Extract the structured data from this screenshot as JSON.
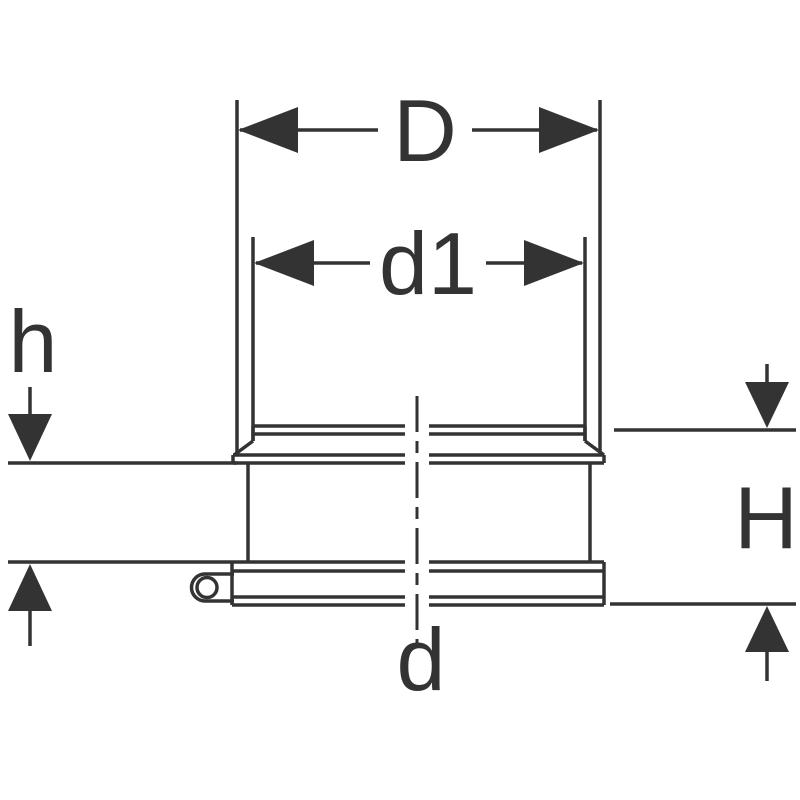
{
  "diagram": {
    "labels": {
      "top_outer_diameter": "D",
      "top_inner_diameter": "d1",
      "collar_height": "h",
      "total_height": "H",
      "pipe_diameter": "d"
    },
    "colors": {
      "line": "#333333",
      "background": "#ffffff"
    }
  }
}
